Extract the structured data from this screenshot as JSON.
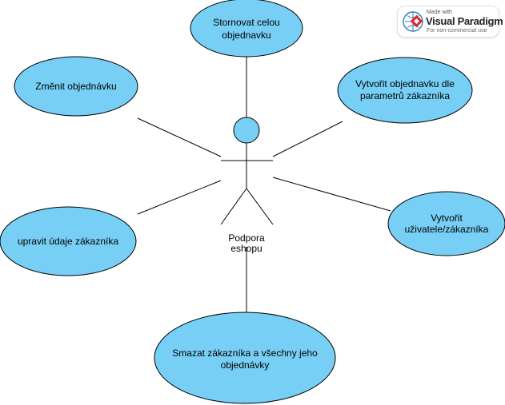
{
  "diagram": {
    "actor": {
      "label_line1": "Podpora",
      "label_line2": "eshopu"
    },
    "use_cases": [
      {
        "id": "uc-stornovat",
        "lines": [
          "Stornovat celou",
          "objednavku"
        ]
      },
      {
        "id": "uc-zmenit",
        "lines": [
          "Změnit objednávku"
        ]
      },
      {
        "id": "uc-vytvorit-objednavku",
        "lines": [
          "Vytvořit objednavku dle",
          "parametrů zákazníka"
        ]
      },
      {
        "id": "uc-upravit",
        "lines": [
          "upravit údaje zákazníka"
        ]
      },
      {
        "id": "uc-vytvorit-uzivatele",
        "lines": [
          "Vytvořit",
          "uživatele/zákazníka"
        ]
      },
      {
        "id": "uc-smazat",
        "lines": [
          "Smazat zákazníka a všechny jeho",
          "objednávky"
        ]
      }
    ],
    "colors": {
      "use_case_fill": "#78CFF5",
      "stroke": "#000000",
      "text": "#000000",
      "background": "#FFFFFF"
    }
  },
  "watermark": {
    "line1": "Made with",
    "line2": "Visual Paradigm",
    "line3": "For non-commercial use",
    "brand_color": "#E0262A",
    "icon": "visual-paradigm-logo-icon"
  }
}
